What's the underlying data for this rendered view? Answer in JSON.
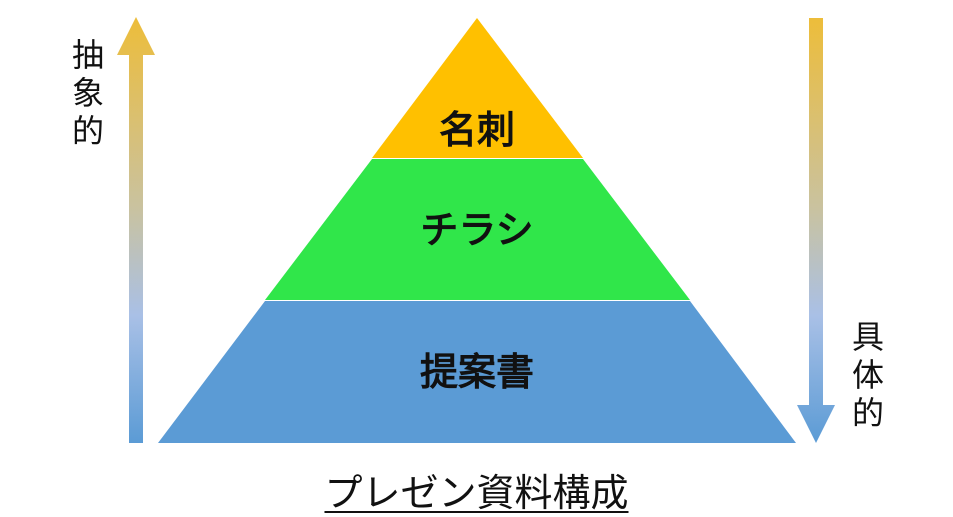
{
  "levels": [
    {
      "label": "名刺",
      "color": "#ffc000"
    },
    {
      "label": "チラシ",
      "color": "#30e64a"
    },
    {
      "label": "提案書",
      "color": "#5b9bd5"
    }
  ],
  "left_axis": {
    "label": "抽象的",
    "direction": "up"
  },
  "right_axis": {
    "label": "具体的",
    "direction": "down"
  },
  "caption": "プレゼン資料構成"
}
